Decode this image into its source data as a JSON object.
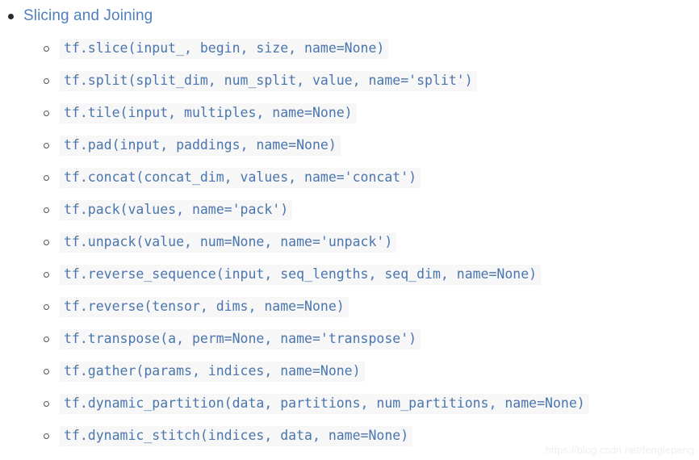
{
  "page": {
    "background_color": "#ffffff",
    "heading_color": "#4f80bd",
    "code_text_color": "#4a76ad",
    "code_background_color": "#f7f7f8",
    "watermark_color": "#efefef"
  },
  "section": {
    "title": "Slicing and Joining",
    "bullet_marker": "disc-bullet",
    "sub_bullet_marker": "circle-bullet",
    "items": [
      {
        "code": "tf.slice(input_, begin, size, name=None)"
      },
      {
        "code": "tf.split(split_dim, num_split, value, name='split')"
      },
      {
        "code": "tf.tile(input, multiples, name=None)"
      },
      {
        "code": "tf.pad(input, paddings, name=None)"
      },
      {
        "code": "tf.concat(concat_dim, values, name='concat')"
      },
      {
        "code": "tf.pack(values, name='pack')"
      },
      {
        "code": "tf.unpack(value, num=None, name='unpack')"
      },
      {
        "code": "tf.reverse_sequence(input, seq_lengths, seq_dim, name=None)"
      },
      {
        "code": "tf.reverse(tensor, dims, name=None)"
      },
      {
        "code": "tf.transpose(a, perm=None, name='transpose')"
      },
      {
        "code": "tf.gather(params, indices, name=None)"
      },
      {
        "code": "tf.dynamic_partition(data, partitions, num_partitions, name=None)"
      },
      {
        "code": "tf.dynamic_stitch(indices, data, name=None)"
      }
    ]
  },
  "watermark": {
    "text": "https://blog.csdn.net/fenglepeng"
  }
}
